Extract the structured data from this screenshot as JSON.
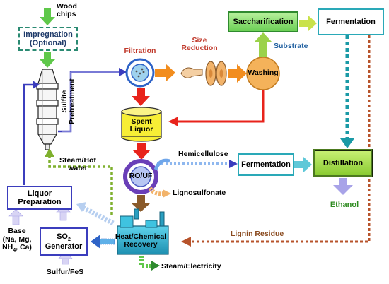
{
  "nodes": {
    "wood_chips": "Wood\nchips",
    "impregnation": "Impregnation\n(Optional)",
    "sulfite_pretreatment": "Sulfite\nPretreatment",
    "filtration": "Filtration",
    "size_reduction": "Size\nReduction",
    "washing": "Washing",
    "saccharification": "Saccharification",
    "fermentation_top": "Fermentation",
    "substrate": "Substrate",
    "spent_liquor": "Spent\nLiquor",
    "steam_hot_water": "Steam/Hot\nwater",
    "ro_uf": "RO/UF",
    "hemicellulose": "Hemicellulose",
    "fermentation_mid": "Fermentation",
    "distillation": "Distillation",
    "lignosulfonate": "Lignosulfonate",
    "ethanol": "Ethanol",
    "liquor_preparation": "Liquor\nPreparation",
    "base": "Base\n(Na, Mg,\nNH4, Ca)",
    "so2_generator": "SO2\nGenerator",
    "heat_chemical_recovery": "Heat/Chemical\nRecovery",
    "lignin_residue": "Lignin Residue",
    "sulfur_fes": "Sulfur/FeS",
    "steam_electricity": "Steam/Electricity"
  },
  "colors": {
    "green_box_fill": "#8ee07a",
    "green_box_border": "#2f8a2f",
    "fermentation_border": "#2aa9b8",
    "teal_arrow": "#1a9aa6",
    "dashed_box_border": "#2a8a72",
    "distillation_fill": "#a3df47",
    "distillation_border": "#4c7a1f",
    "spent_liquor_fill": "#f7ee35",
    "washing_fill": "#f4b25a",
    "orange_arrow": "#f28d1e",
    "red_arrow": "#e8231b",
    "blue_line": "#3b3dbd",
    "light_blue_arrow": "#8fc3ea",
    "lavender_arrow": "#a8a3e8",
    "brown_dotted": "#b7532b",
    "olive_dotted": "#7fb02e",
    "ethanol_text": "#2e8b20",
    "substrate_text": "#1f5fa0",
    "filtration_text": "#c0392b",
    "size_reduction_text": "#c0392b",
    "lignin_text": "#8a4a1e",
    "machine_fill": "#2fb7d6",
    "filter_fill": "#9fd2ee"
  }
}
